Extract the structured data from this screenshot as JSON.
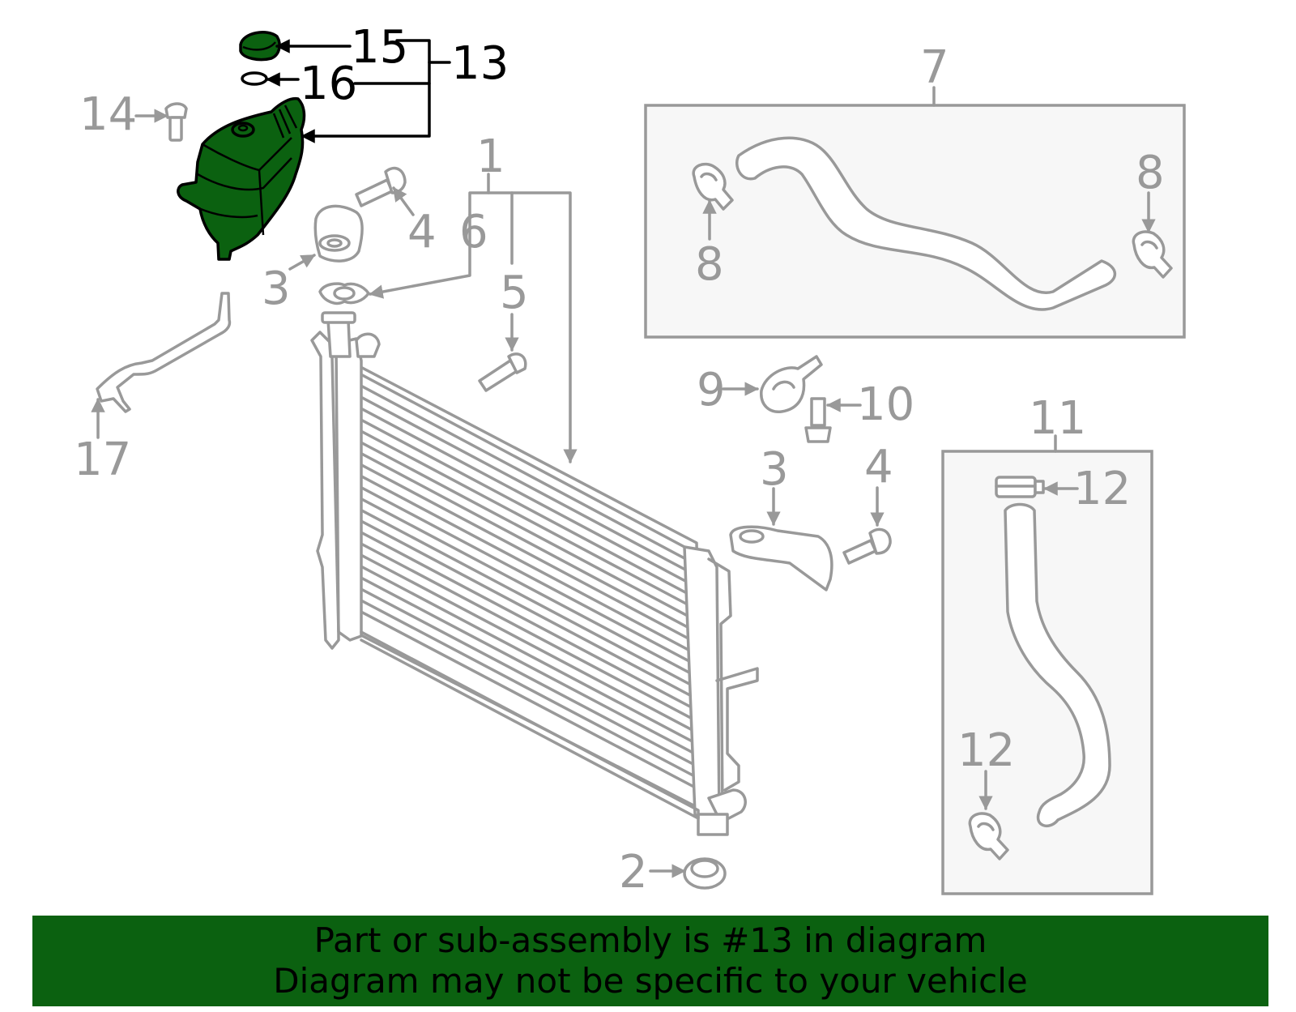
{
  "labels": {
    "l1": "1",
    "l2": "2",
    "l3a": "3",
    "l3b": "3",
    "l4a": "4",
    "l4b": "4",
    "l5": "5",
    "l6": "6",
    "l7": "7",
    "l8a": "8",
    "l8b": "8",
    "l9": "9",
    "l10": "10",
    "l11": "11",
    "l12a": "12",
    "l12b": "12",
    "l13": "13",
    "l14": "14",
    "l15": "15",
    "l16": "16",
    "l17": "17"
  },
  "banner": {
    "line1": "Part or sub-assembly is #13 in diagram",
    "line2": "Diagram may not be specific to your vehicle"
  },
  "colors": {
    "highlight": "#0b6110",
    "part_lines": "#999999",
    "highlight_callouts": "#000000",
    "inset_fill": "#f7f7f7"
  }
}
